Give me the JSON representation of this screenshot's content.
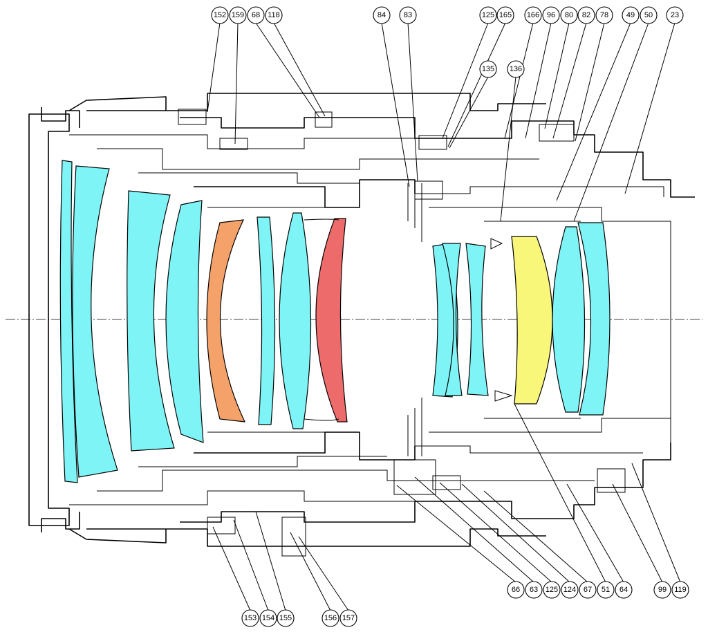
{
  "colors": {
    "element_cyan": "#7ff4f6",
    "element_orange": "#f5a26a",
    "element_red": "#ee6b6b",
    "element_yellow": "#f9f77a",
    "line": "#000000"
  },
  "callouts_top": [
    "152",
    "159",
    "68",
    "118",
    "84",
    "83",
    "125",
    "165",
    "166",
    "96",
    "80",
    "82",
    "78",
    "49",
    "50",
    "23",
    "135",
    "136"
  ],
  "callouts_bottom": [
    "153",
    "154",
    "155",
    "156",
    "157",
    "66",
    "63",
    "125",
    "124",
    "67",
    "51",
    "64",
    "99",
    "119"
  ]
}
